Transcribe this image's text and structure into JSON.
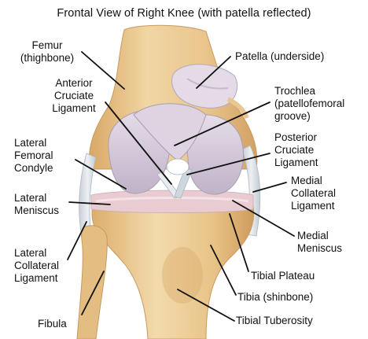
{
  "title": "Frontal View of Right Knee (with patella reflected)",
  "labels": {
    "femur": [
      "Femur",
      "(thighbone)"
    ],
    "patella": "Patella (underside)",
    "acl": [
      "Anterior",
      "Cruciate",
      "Ligament"
    ],
    "trochlea": [
      "Trochlea",
      "(patellofemoral",
      "groove)"
    ],
    "lateral_condyle": [
      "Lateral",
      "Femoral",
      "Condyle"
    ],
    "pcl": [
      "Posterior",
      "Cruciate",
      "Ligament"
    ],
    "lateral_meniscus": [
      "Lateral",
      "Meniscus"
    ],
    "mcl": [
      "Medial",
      "Collateral",
      "Ligament"
    ],
    "medial_meniscus": [
      "Medial",
      "Meniscus"
    ],
    "lcl": [
      "Lateral",
      "Collateral",
      "Ligament"
    ],
    "tibial_plateau": "Tibial Plateau",
    "tibia": "Tibia (shinbone)",
    "fibula": "Fibula",
    "tibial_tuberosity": "Tibial Tuberosity"
  },
  "colors": {
    "bone": "#e8c389",
    "bone_light": "#f3dcae",
    "bone_dark": "#cf9f5e",
    "cartilage": "#d9cfdd",
    "cartilage_shade": "#b9aec2",
    "ligament": "#d7dde3",
    "meniscus": "#e6c6cf",
    "leader_line": "#111111"
  }
}
